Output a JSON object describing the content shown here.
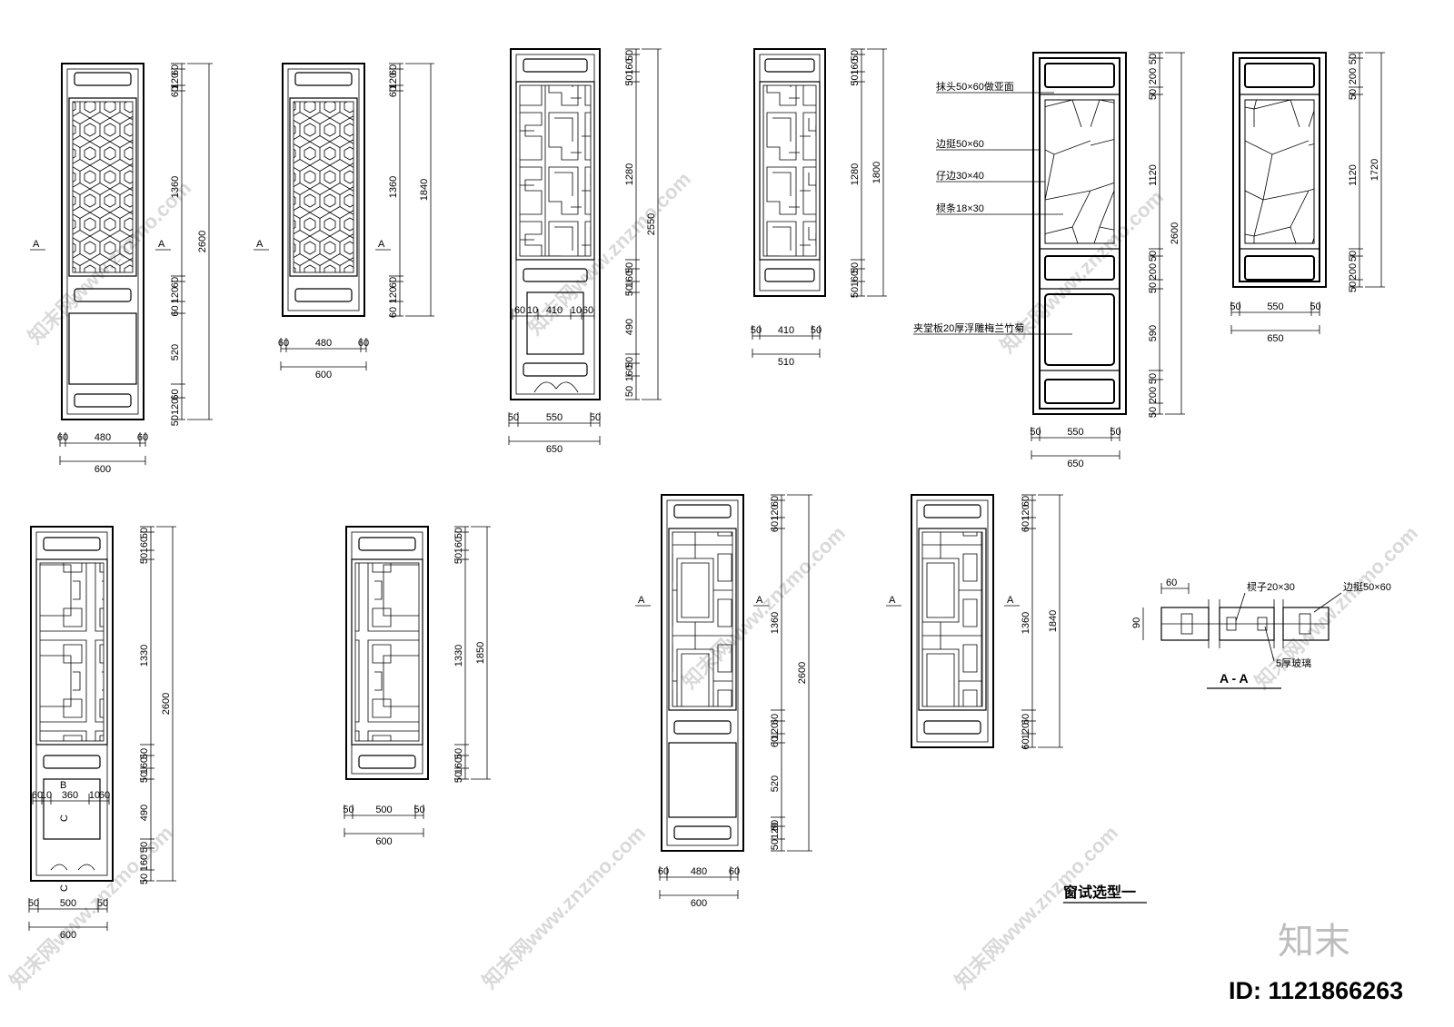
{
  "title": "窗试选型一",
  "brand": "知末",
  "id_label": "ID: 1121866263",
  "watermark": "知末网www.znzmo.com",
  "section": {
    "title": "A - A",
    "height": "90",
    "width": "60",
    "notes": [
      "棂子20×30",
      "边挺50×60",
      "5厚玻璃"
    ]
  },
  "callouts": [
    "抹头50×60做亚面",
    "边挺50×60",
    "仔边30×40",
    "棂条18×30",
    "夹堂板20厚浮雕梅兰竹菊"
  ],
  "section_marks": [
    "A",
    "B",
    "C"
  ],
  "panels": [
    {
      "id": "p1",
      "pattern": "hex",
      "h": [
        "60",
        "120",
        "60",
        "1360",
        "60",
        "120",
        "60",
        "520",
        "60",
        "50120"
      ],
      "total": "2600",
      "w": [
        "60",
        "480",
        "60"
      ],
      "wt": "600"
    },
    {
      "id": "p2",
      "pattern": "hex",
      "h": [
        "60",
        "120",
        "60",
        "1360",
        "60",
        "120",
        "60"
      ],
      "total": "1840",
      "w": [
        "60",
        "480",
        "60"
      ],
      "wt": "600"
    },
    {
      "id": "p3",
      "pattern": "fret",
      "h": [
        "50",
        "160",
        "50",
        "1280",
        "50",
        "160",
        "50",
        "490",
        "50",
        "160",
        "50"
      ],
      "total": "2550",
      "w": [
        "50",
        "550",
        "50"
      ],
      "wt": "650",
      "inner": [
        "60",
        "10",
        "410",
        "10",
        "60"
      ]
    },
    {
      "id": "p4",
      "pattern": "fret",
      "h": [
        "50",
        "160",
        "50",
        "1280",
        "50",
        "160",
        "50"
      ],
      "total": "1800",
      "w": [
        "50",
        "410",
        "50"
      ],
      "wt": "510"
    },
    {
      "id": "p5",
      "pattern": "ice",
      "h": [
        "50",
        "200",
        "50",
        "1120",
        "50",
        "200",
        "50",
        "590",
        "50",
        "200",
        "50"
      ],
      "total": "2600",
      "w": [
        "50",
        "550",
        "50"
      ],
      "wt": "650"
    },
    {
      "id": "p6",
      "pattern": "ice",
      "h": [
        "50",
        "200",
        "50",
        "1120",
        "50",
        "200",
        "50"
      ],
      "total": "1720",
      "w": [
        "50",
        "550",
        "50"
      ],
      "wt": "650"
    },
    {
      "id": "p7",
      "pattern": "grid",
      "h": [
        "50",
        "160",
        "50",
        "1330",
        "50",
        "160",
        "50",
        "490",
        "50",
        "160",
        "50"
      ],
      "total": "2600",
      "w": [
        "50",
        "500",
        "50"
      ],
      "wt": "600",
      "inner": [
        "60",
        "10",
        "360",
        "10",
        "60"
      ]
    },
    {
      "id": "p8",
      "pattern": "grid",
      "h": [
        "50",
        "160",
        "50",
        "1330",
        "50",
        "160",
        "50"
      ],
      "total": "1850",
      "w": [
        "50",
        "500",
        "50"
      ],
      "wt": "600"
    },
    {
      "id": "p9",
      "pattern": "lantern",
      "h": [
        "60",
        "120",
        "60",
        "1360",
        "60",
        "120",
        "60",
        "520",
        "60",
        "50120"
      ],
      "total": "2600",
      "w": [
        "60",
        "480",
        "60"
      ],
      "wt": "600"
    },
    {
      "id": "p10",
      "pattern": "lantern",
      "h": [
        "60",
        "120",
        "60",
        "1360",
        "60",
        "120",
        "60"
      ],
      "total": "1840"
    }
  ]
}
